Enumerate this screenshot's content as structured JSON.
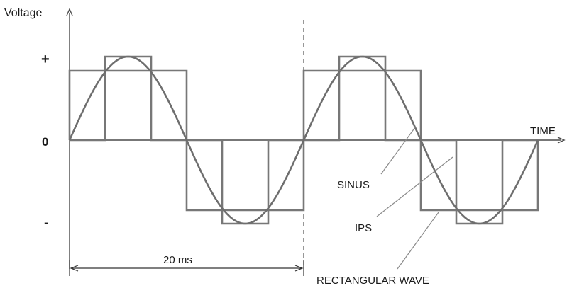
{
  "labels": {
    "y_axis": "Voltage",
    "x_axis": "TIME",
    "plus": "+",
    "zero": "0",
    "minus": "-",
    "period": "20 ms",
    "sinus": "SINUS",
    "ips": "IPS",
    "rect": "RECTANGULAR WAVE"
  },
  "colors": {
    "axis": "#4a4a4a",
    "wave": "#777777",
    "sine": "#6e6e6e",
    "text": "#1a1a1a"
  }
}
